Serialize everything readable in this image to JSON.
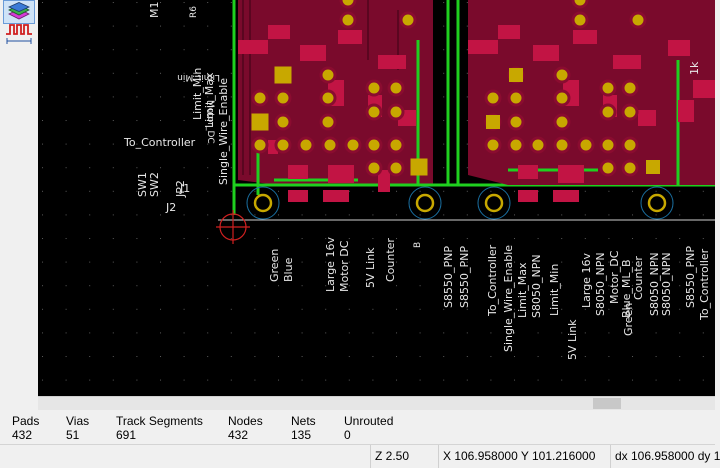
{
  "toolbar": {
    "icons": [
      "layers-icon",
      "length-tuning-icon"
    ]
  },
  "canvas": {
    "colors": {
      "background": "#000000",
      "pad": "#b00f3c",
      "copper": "#8a0c30",
      "track": "#1fd01f",
      "via_ring": "#c8a800",
      "silkscreen": "#e8e8e8",
      "origin": "#d02020"
    },
    "labels": {
      "to_controller": "To_Controller",
      "jp2": "JP2",
      "sw2": "SW2",
      "sw1": "SW1",
      "j1": "J1",
      "j2": "J2",
      "m1": "M1",
      "r6": "R6",
      "single_wire_enable": "Single_Wire_Enable",
      "limit_max": "Limit_Max",
      "limit_min": "Limit_Min",
      "limit_min_b": "Limit_Min",
      "motor_dc_top": "Motor_DC",
      "one_k": "1k",
      "green": "Green",
      "blue": "Blue",
      "large_16v": "Large 16v",
      "motor_dc": "Motor DC",
      "five_v_link": "5V Link",
      "counter": "Counter",
      "b": "B",
      "s8550_pnp_1": "S8550_PNP",
      "s8550_pnp_2": "S8550_PNP",
      "to_controller_2": "To_Controller",
      "single_wire_enable_2": "Single_Wire_Enable",
      "limit_max_2": "Limit_Max",
      "s8050_npn_1": "S8050_NPN",
      "limit_min_2": "Limit_Min",
      "five_v_link_2": "5V Link",
      "large_16v_2": "Large 16v",
      "s8050_npn_2": "S8050_NPN",
      "motor_dc_2": "Motor_DC",
      "blue_ml_b": "Blue_ML_B",
      "counter_2": "Counter",
      "green_2": "Green",
      "s8050_npn_3": "S8050_NPN",
      "s8050_npn_4": "S8050_NPN",
      "s8550_pnp_3": "S8550_PNP",
      "to_controller_3": "To_Controller"
    }
  },
  "stats": {
    "pads": {
      "label": "Pads",
      "value": "432"
    },
    "vias": {
      "label": "Vias",
      "value": "51"
    },
    "tracks": {
      "label": "Track Segments",
      "value": "691"
    },
    "nodes": {
      "label": "Nodes",
      "value": "432"
    },
    "nets": {
      "label": "Nets",
      "value": "135"
    },
    "unrouted": {
      "label": "Unrouted",
      "value": "0"
    }
  },
  "status": {
    "zoom": "Z 2.50",
    "xy": "X 106.958000  Y 101.216000",
    "dxy": "dx 106.958000  dy 1"
  }
}
